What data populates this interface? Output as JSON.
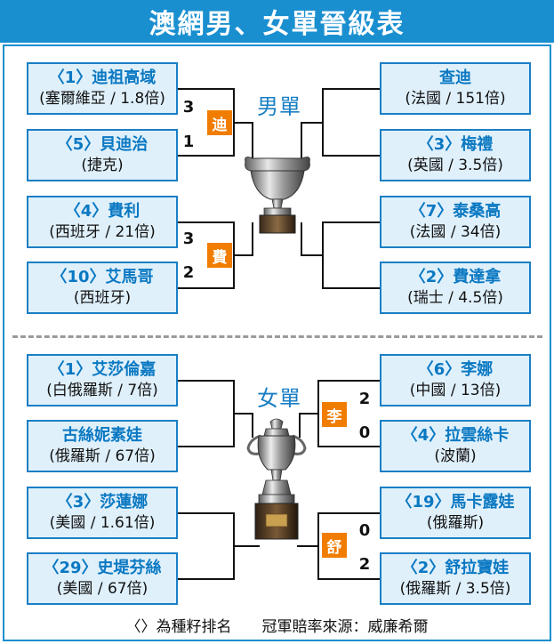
{
  "title": "澳網男、女單晉級表",
  "mens": {
    "label": "男單",
    "left": [
      {
        "name": "〈1〉迪祖高域",
        "sub": "(塞爾維亞 / 1.8倍)"
      },
      {
        "name": "〈5〉貝迪治",
        "sub": "(捷克)"
      },
      {
        "name": "〈4〉費利",
        "sub": "(西班牙 / 21倍)"
      },
      {
        "name": "〈10〉艾馬哥",
        "sub": "(西班牙)"
      }
    ],
    "right": [
      {
        "name": "查迪",
        "sub": "(法國 / 151倍)"
      },
      {
        "name": "〈3〉梅禮",
        "sub": "(英國 / 3.5倍)"
      },
      {
        "name": "〈7〉泰桑高",
        "sub": "(法國 / 34倍)"
      },
      {
        "name": "〈2〉費達拿",
        "sub": "(瑞士 / 4.5倍)"
      }
    ],
    "scores": [
      "3",
      "1",
      "3",
      "2"
    ],
    "winners": [
      "迪",
      "費"
    ]
  },
  "womens": {
    "label": "女單",
    "left": [
      {
        "name": "〈1〉艾莎倫嘉",
        "sub": "(白俄羅斯 / 7倍)"
      },
      {
        "name": "古絲妮素娃",
        "sub": "(俄羅斯 / 67倍)"
      },
      {
        "name": "〈3〉莎蓮娜",
        "sub": "(美國 / 1.61倍)"
      },
      {
        "name": "〈29〉史堤芬絲",
        "sub": "(美國 / 67倍)"
      }
    ],
    "right": [
      {
        "name": "〈6〉李娜",
        "sub": "(中國 / 13倍)"
      },
      {
        "name": "〈4〉拉雲絲卡",
        "sub": "(波蘭)"
      },
      {
        "name": "〈19〉馬卡露娃",
        "sub": "(俄羅斯)"
      },
      {
        "name": "〈2〉舒拉寶娃",
        "sub": "(俄羅斯 / 3.5倍)"
      }
    ],
    "scores": [
      "2",
      "0",
      "0",
      "2"
    ],
    "winners": [
      "李",
      "舒"
    ]
  },
  "footer": "〈〉為種籽排名　　冠軍賠率來源：威廉希爾",
  "colors": {
    "header_bg": "#1a8fd0",
    "box_bg": "#dff0fb",
    "box_border": "#1a7fc4",
    "name_text": "#0a78c2",
    "badge": "#f07d00"
  }
}
